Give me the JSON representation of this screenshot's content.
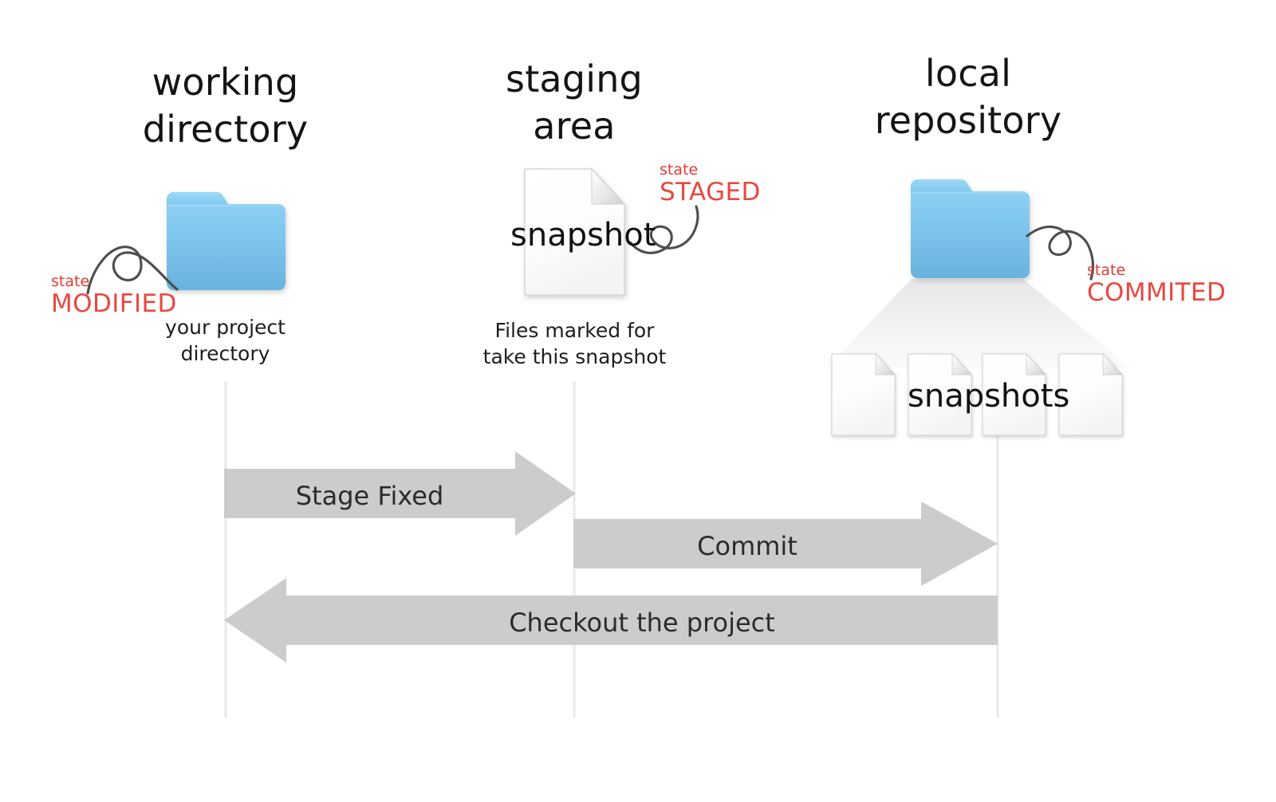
{
  "diagram": {
    "title": "Git workflow: working directory, staging area, local repository",
    "background": "#ffffff"
  },
  "colors": {
    "folder_blue_light": "#8FD0F2",
    "folder_blue_dark": "#6BB6E0",
    "state_red": "#e8483f",
    "arrow_gray": "#cccccc",
    "lifeline_gray": "#e8e8e8",
    "text_dark": "#141414",
    "beam_gray": "#ededed"
  },
  "columns": [
    {
      "id": "working-directory",
      "title_line1": "working",
      "title_line2": "directory",
      "icon": "folder-icon",
      "caption_line1": "your project",
      "caption_line2": "directory",
      "state": {
        "label": "state",
        "value": "MODIFIED"
      }
    },
    {
      "id": "staging-area",
      "title_line1": "staging",
      "title_line2": "area",
      "icon": "document-icon",
      "icon_label": "snapshot",
      "caption_line1": "Files marked for",
      "caption_line2": "take this snapshot",
      "state": {
        "label": "state",
        "value": "STAGED"
      }
    },
    {
      "id": "local-repository",
      "title_line1": "local",
      "title_line2": "repository",
      "icon": "folder-icon",
      "icon_label": "snapshots",
      "snapshot_count": 4,
      "state": {
        "label": "state",
        "value": "COMMITED"
      }
    }
  ],
  "arrows": [
    {
      "id": "stage-fixed",
      "label": "Stage Fixed",
      "direction": "right",
      "from": "working-directory",
      "to": "staging-area"
    },
    {
      "id": "commit",
      "label": "Commit",
      "direction": "right",
      "from": "staging-area",
      "to": "local-repository"
    },
    {
      "id": "checkout",
      "label": "Checkout the project",
      "direction": "left",
      "from": "local-repository",
      "to": "working-directory"
    }
  ]
}
